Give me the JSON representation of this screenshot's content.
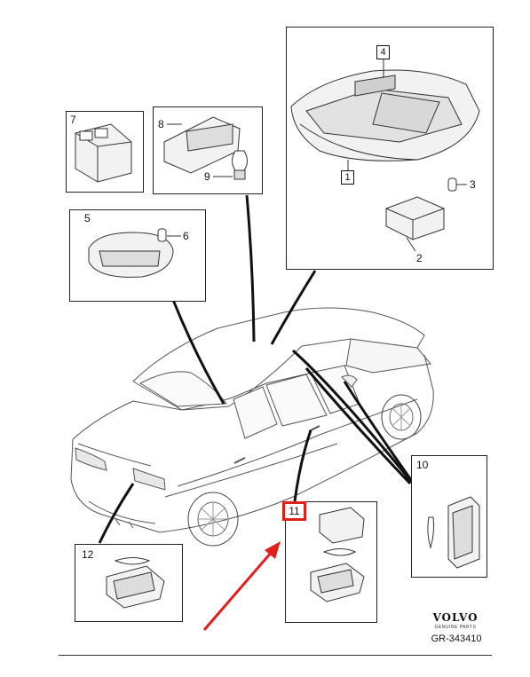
{
  "callouts": {
    "c1": "1",
    "c2": "2",
    "c3": "3",
    "c4": "4",
    "c5": "5",
    "c6": "6",
    "c7": "7",
    "c8": "8",
    "c9": "9",
    "c10": "10",
    "c11": "11",
    "c12": "12"
  },
  "brand": {
    "logo_text": "VOLVO",
    "logo_subtext": "GENUINE PARTS"
  },
  "reference": "GR-343410",
  "colors": {
    "line": "#111111",
    "highlight": "#e0201b"
  }
}
